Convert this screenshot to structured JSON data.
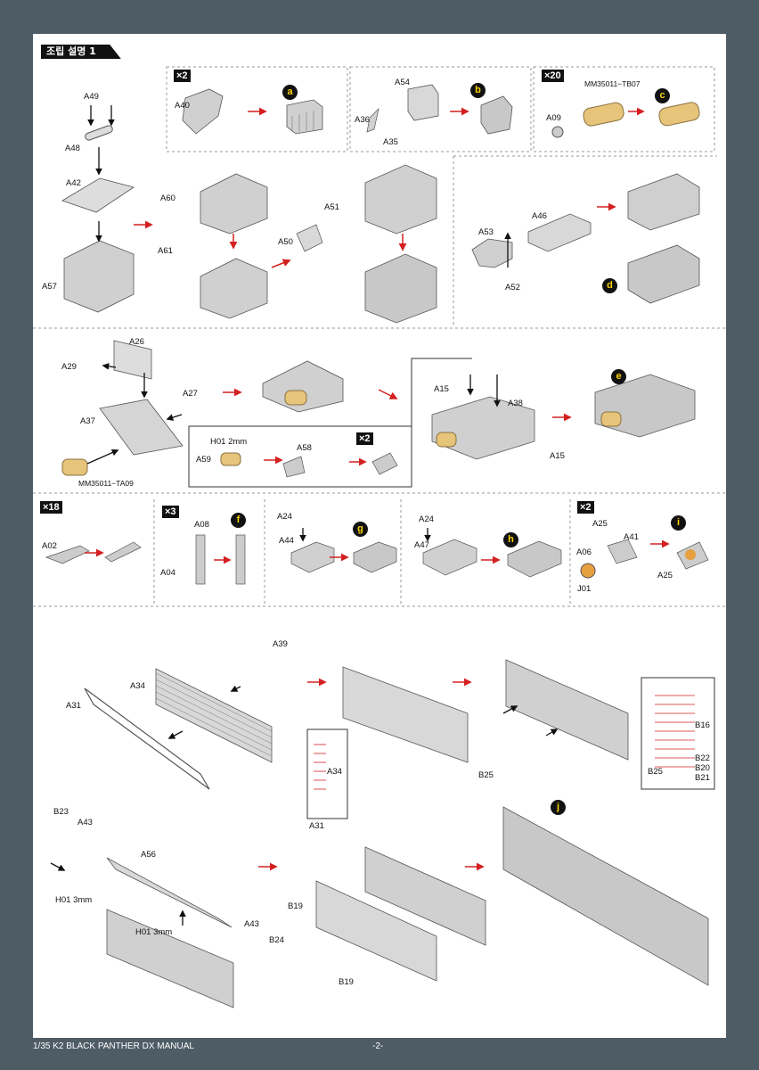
{
  "header": {
    "title": "조립 설명 1"
  },
  "footer": {
    "manual_title": "1/35 K2 BLACK PANTHER DX MANUAL",
    "page_number": "-2-"
  },
  "quantities": {
    "x2": "×2",
    "x20": "×20",
    "x18": "×18",
    "x3": "×3"
  },
  "steps": {
    "a": "a",
    "b": "b",
    "c": "c",
    "d": "d",
    "e": "e",
    "f": "f",
    "g": "g",
    "h": "h",
    "i": "i",
    "j": "j"
  },
  "parts": {
    "A49": "A49",
    "A48": "A48",
    "A42": "A42",
    "A57": "A57",
    "A40": "A40",
    "A54": "A54",
    "A36": "A36",
    "A35": "A35",
    "TB07": "MM35011−TB07",
    "A09": "A09",
    "A60": "A60",
    "A61": "A61",
    "A51": "A51",
    "A50": "A50",
    "A53": "A53",
    "A46": "A46",
    "A52": "A52",
    "A26": "A26",
    "A29": "A29",
    "A27": "A27",
    "A37": "A37",
    "TA09": "MM35011−TA09",
    "H01_2mm": "H01 2mm",
    "A59": "A59",
    "A58": "A58",
    "A15": "A15",
    "A38": "A38",
    "A02": "A02",
    "A08": "A08",
    "A04": "A04",
    "A24": "A24",
    "A44": "A44",
    "A47": "A47",
    "A25": "A25",
    "A41": "A41",
    "A06": "A06",
    "J01": "J01",
    "A39": "A39",
    "A34": "A34",
    "A31": "A31",
    "B16": "B16",
    "B22": "B22",
    "B20": "B20",
    "B21": "B21",
    "B25": "B25",
    "B23": "B23",
    "A43": "A43",
    "A56": "A56",
    "H01_3mm": "H01 3mm",
    "B19": "B19",
    "B24": "B24"
  },
  "colors": {
    "frame": "#4e5c66",
    "arrow_red": "#d42020",
    "part_gray": "#c8c8c8",
    "brass": "#e6c47a",
    "step_dot_text": "#ffd400"
  }
}
